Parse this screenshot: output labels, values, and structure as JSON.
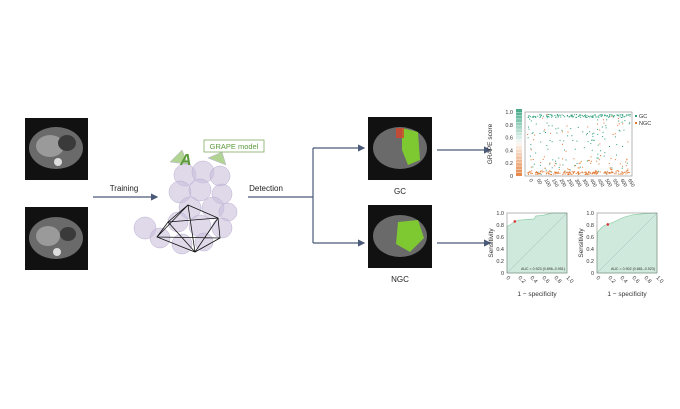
{
  "labels": {
    "training": "Training",
    "detection": "Detection",
    "model": "GRAPE model",
    "logo_letter": "A",
    "gc": "GC",
    "ngc": "NGC"
  },
  "colors": {
    "gc": "#2a9d78",
    "ngc": "#e0752c",
    "roc_fill": "#cfe9dd",
    "arrow": "#4a5a78",
    "grape": "#c9bfdc",
    "leaf": "#a8cf8a"
  },
  "chart_data": [
    {
      "type": "scatter",
      "ylabel": "GRAPE score",
      "ylim": [
        0,
        1.0
      ],
      "yticks": [
        "0",
        "0.2",
        "0.4",
        "0.6",
        "0.8",
        "1.0"
      ],
      "xticks": [
        "0",
        "50",
        "100",
        "150",
        "200",
        "250",
        "300",
        "350",
        "400",
        "450",
        "500",
        "550",
        "600",
        "650"
      ],
      "legend": [
        "GC",
        "NGC"
      ],
      "legend_position": "right"
    },
    {
      "type": "area",
      "xlabel": "1 − specificity",
      "ylabel": "Sensitivity",
      "xticks": [
        "0",
        "0.2",
        "0.4",
        "0.6",
        "0.8",
        "1.0"
      ],
      "yticks": [
        "0",
        "0.2",
        "0.4",
        "0.6",
        "0.8",
        "1.0"
      ],
      "annotation": "AUC = 0.923 (0.896–0.951)",
      "operating_point": [
        0.13,
        0.86
      ]
    },
    {
      "type": "area",
      "xlabel": "1 − specificity",
      "ylabel": "Sensitivity",
      "xticks": [
        "0",
        "0.2",
        "0.4",
        "0.6",
        "0.8",
        "1.0"
      ],
      "yticks": [
        "0",
        "0.2",
        "0.4",
        "0.6",
        "0.8",
        "1.0"
      ],
      "annotation": "AUC = 0.902 (0.881–0.923)",
      "operating_point": [
        0.18,
        0.81
      ]
    }
  ]
}
